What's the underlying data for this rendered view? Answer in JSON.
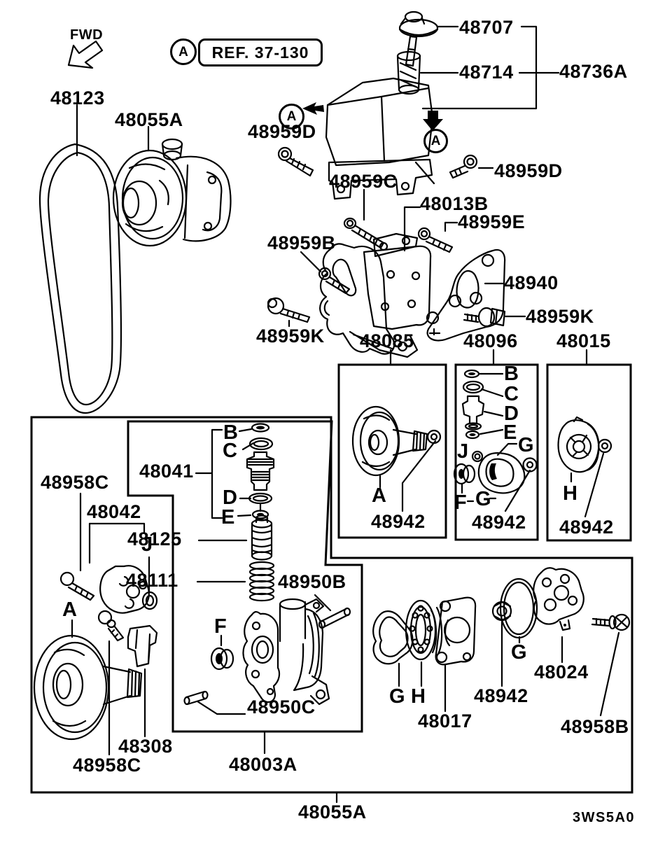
{
  "page": {
    "code": "3WS5A0"
  },
  "header": {
    "fwd": "FWD",
    "marker": "A",
    "ref": "REF. 37-130"
  },
  "callouts": {
    "a": "A",
    "b": "B",
    "c": "C",
    "d": "D",
    "e": "E",
    "f": "F",
    "g": "G",
    "h": "H",
    "j": "J"
  },
  "parts": {
    "belt": "48123",
    "pump_assembly": "48055A",
    "reservoir_cap": "48707",
    "reservoir_strainer": "48714",
    "reservoir_assembly": "48736A",
    "bolt_48959d": "48959D",
    "bolt_48959c": "48959C",
    "bracket_48013b": "48013B",
    "bolt_48959e": "48959E",
    "bolt_48959b": "48959B",
    "bracket_48940": "48940",
    "bolt_48959k": "48959K",
    "kit_48085": "48085",
    "kit_48096": "48096",
    "kit_48015": "48015",
    "seal_kit_48942": "48942",
    "bolt_48958c": "48958C",
    "bracket_48042": "48042",
    "valve_48041": "48041",
    "valve_48125": "48125",
    "spring_48111": "48111",
    "pin_48950b": "48950B",
    "pin_48950c": "48950C",
    "stay_48308": "48308",
    "pump_body_48003a": "48003A",
    "plate_48017": "48017",
    "cover_48024": "48024",
    "bolt_48958b": "48958B"
  }
}
